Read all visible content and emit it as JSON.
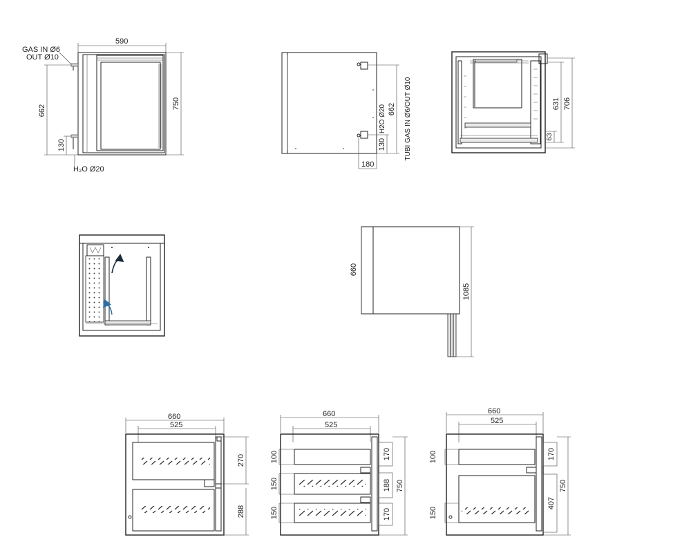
{
  "views": {
    "front": {
      "width": "590",
      "height": "750",
      "gas_height": "662",
      "water_height": "130",
      "gas_label_1": "GAS IN Ø6",
      "gas_label_2": "OUT Ø10",
      "water_label": "H₂O Ø20"
    },
    "side": {
      "height_1": "662",
      "height_2": "130",
      "width": "180",
      "water_label": "H2O Ø20",
      "gas_label": "TUBI GAS IN Ø6/OUT Ø10"
    },
    "open_front": {
      "height_1": "631",
      "height_2": "706",
      "height_3": "63"
    },
    "top": {
      "depth": "660",
      "total_depth": "1085"
    },
    "drawer_a": {
      "width": "660",
      "inner": "525",
      "h1": "270",
      "h2": "288"
    },
    "drawer_b": {
      "width": "660",
      "inner": "525",
      "left_1": "100",
      "left_2": "150",
      "left_3": "150",
      "right_1": "170",
      "right_2": "188",
      "right_3": "170",
      "total": "750"
    },
    "drawer_c": {
      "width": "660",
      "inner": "525",
      "left_1": "100",
      "left_2": "150",
      "right_1": "170",
      "right_2": "407",
      "total": "750"
    }
  }
}
